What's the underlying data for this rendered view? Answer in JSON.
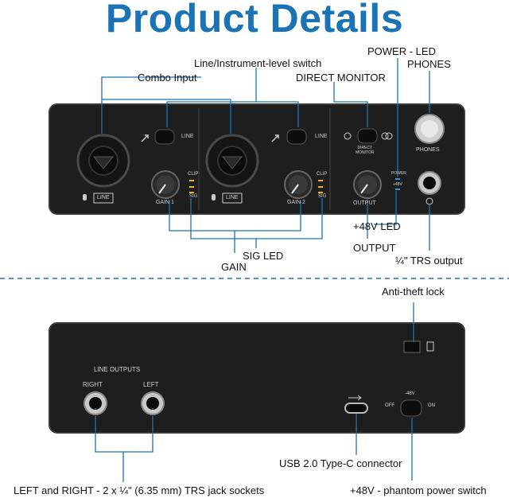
{
  "title": "Product Details",
  "callouts": {
    "combo_input": "Combo Input",
    "line_instrument_switch": "Line/Instrument-level switch",
    "power_led": "POWER - LED",
    "phones": "PHONES",
    "direct_monitor": "DIRECT MONITOR",
    "plus48v_led": "+48V LED",
    "output": "OUTPUT",
    "sig_led": "SIG LED",
    "gain": "GAIN",
    "trs_output": "¼\" TRS output",
    "anti_theft_lock": "Anti-theft lock",
    "usb_c": "USB 2.0 Type-C connector",
    "line_outputs_callout": "LEFT and RIGHT - 2 x ¼\" (6.35 mm) TRS jack sockets",
    "phantom_switch": "+48V - phantom power switch"
  },
  "front_panel": {
    "line_label": "LINE",
    "line_badge": "LINE",
    "clip": "CLIP",
    "sig": "SIG",
    "gain1": "GAIN  1",
    "gain2": "GAIN  2",
    "direct_monitor": "DIRECT\nMONITOR",
    "power": "POWER",
    "plus48v": "+48V",
    "output": "OUTPUT",
    "phones": "PHONES"
  },
  "rear_panel": {
    "line_outputs": "LINE  OUTPUTS",
    "right": "RIGHT",
    "left": "LEFT",
    "minus48v": "-48V",
    "off": "OFF",
    "on": "ON"
  },
  "colors": {
    "title": "#1a73b5",
    "leader_line": "#1a73b5",
    "device_body": "#1e1e1e",
    "led_amber": "#f0b020",
    "led_blue": "#3a8ee6"
  }
}
